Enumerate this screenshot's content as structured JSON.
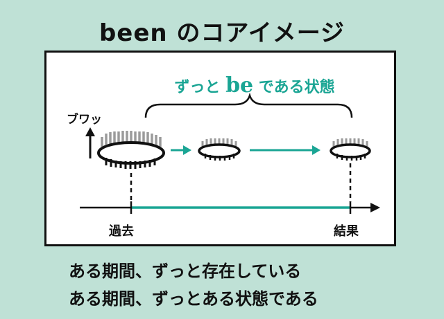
{
  "title": "been のコアイメージ",
  "diagram": {
    "state_label_before": "ずっと ",
    "state_label_be": "be",
    "state_label_after": " である状態",
    "burst_label": "ブワッ",
    "timeline_start": "過去",
    "timeline_end": "結果"
  },
  "captions": [
    "ある期間、ずっと存在している",
    "ある期間、ずっとある状態である"
  ],
  "colors": {
    "teal": "#1aa594",
    "background": "#bfe1d6",
    "dark": "#111111",
    "gray": "#9a9a9a"
  }
}
